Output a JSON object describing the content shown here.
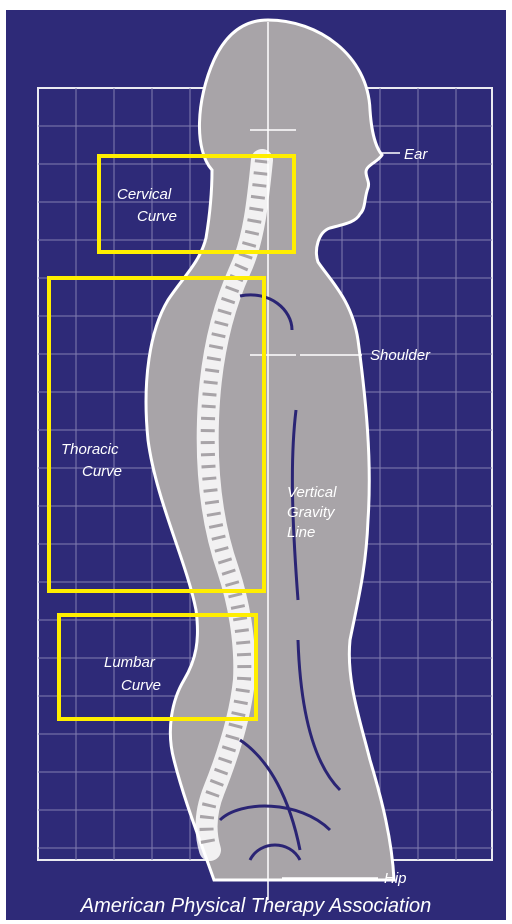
{
  "labels": {
    "ear": "Ear",
    "shoulder": "Shoulder",
    "vertical_gravity_line": [
      "Vertical",
      "Gravity",
      "Line"
    ],
    "hip": "Hip"
  },
  "boxes": {
    "cervical": [
      "Cervical",
      "Curve"
    ],
    "thoracic": [
      "Thoracic",
      "Curve"
    ],
    "lumbar": [
      "Lumbar",
      "Curve"
    ]
  },
  "footer": "American Physical Therapy Association",
  "colors": {
    "background": "#2e2a78",
    "grid": "#8a86b8",
    "body": "#a8a4a8",
    "spine": "#ffffff",
    "highlight_box": "#ffee00",
    "text": "#ffffff"
  }
}
